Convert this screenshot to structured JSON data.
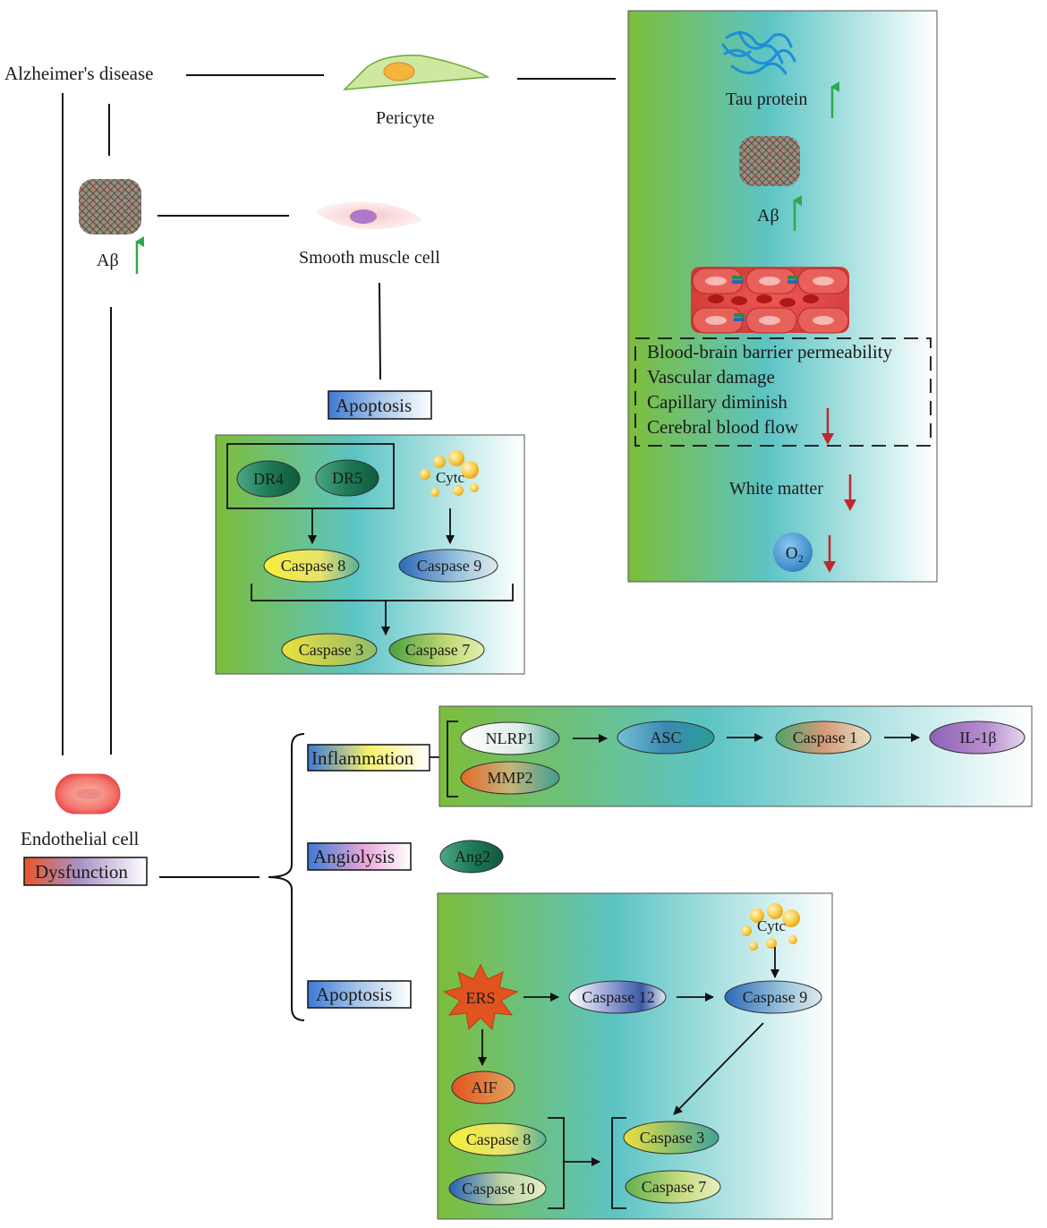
{
  "labels": {
    "alzheimers": "Alzheimer's disease",
    "pericyte": "Pericyte",
    "smooth_muscle": "Smooth muscle cell",
    "abeta": "Aβ",
    "endothelial": "Endothelial cell",
    "dysfunction": "Dysfunction",
    "apoptosis_top": "Apoptosis",
    "inflammation": "Inflammation",
    "angiolysis": "Angiolysis",
    "apoptosis_bottom": "Apoptosis"
  },
  "right_panel": {
    "tau": "Tau protein",
    "abeta": "Aβ",
    "bbb_lines": [
      "Blood-brain barrier permeability",
      "Vascular damage",
      "Capillary diminish",
      "Cerebral blood flow"
    ],
    "white_matter": "White matter",
    "o2": "O₂"
  },
  "smc_apoptosis": {
    "dr4": "DR4",
    "dr5": "DR5",
    "cytc": "Cytc",
    "casp8": "Caspase 8",
    "casp9": "Caspase 9",
    "casp3": "Caspase 3",
    "casp7": "Caspase 7"
  },
  "inflammation_panel": {
    "nlrp1": "NLRP1",
    "mmp2": "MMP2",
    "asc": "ASC",
    "casp1": "Caspase 1",
    "il1b": "IL-1β"
  },
  "angiolysis_panel": {
    "ang2": "Ang2"
  },
  "ec_apoptosis": {
    "ers": "ERS",
    "casp12": "Caspase 12",
    "cytc": "Cytc",
    "casp9": "Caspase 9",
    "aif": "AIF",
    "casp8": "Caspase 8",
    "casp10": "Caspase 10",
    "casp3": "Caspase 3",
    "casp7": "Caspase 7"
  },
  "colors": {
    "panel_green": "#7cbd3a",
    "panel_teal": "#5cc4c4",
    "up_arrow": "#2fa84f",
    "down_arrow": "#c0272d"
  }
}
